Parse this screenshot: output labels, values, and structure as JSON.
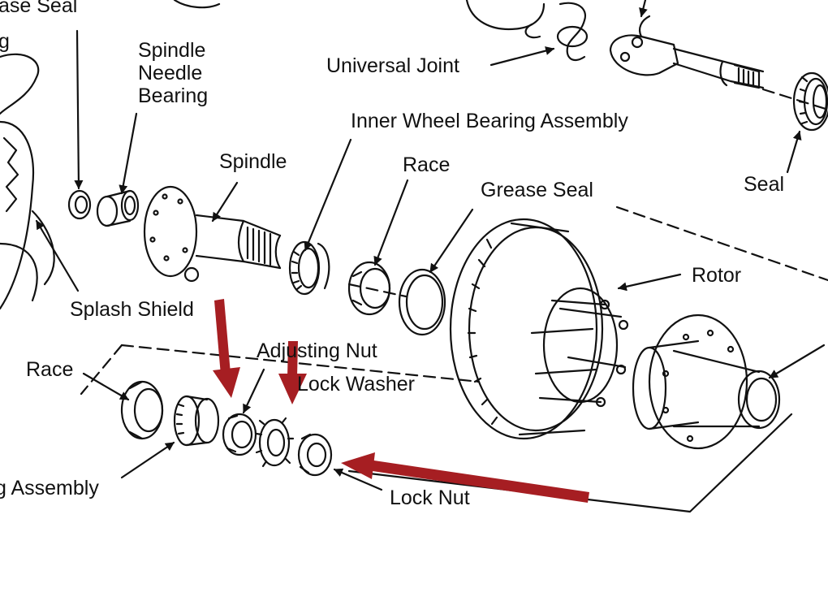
{
  "labels": {
    "grease_seal_top_left": "ase Seal",
    "bearing_fragment_top_left": "g",
    "spindle_needle_bearing": [
      "Spindle",
      "Needle",
      "Bearing"
    ],
    "universal_joint": "Universal Joint",
    "inner_wheel_bearing_assembly": "Inner Wheel Bearing Assembly",
    "spindle": "Spindle",
    "race_top": "Race",
    "grease_seal": "Grease Seal",
    "seal": "Seal",
    "rotor": "Rotor",
    "splash_shield": "Splash Shield",
    "adjusting_nut": "Adjusting Nut",
    "lock_washer": "Lock Washer",
    "race_left": "Race",
    "assembly_left": "g Assembly",
    "lock_nut": "Lock Nut"
  },
  "colors": {
    "line_art": "#111111",
    "callout_red": "#a61e22",
    "background": "#ffffff"
  }
}
